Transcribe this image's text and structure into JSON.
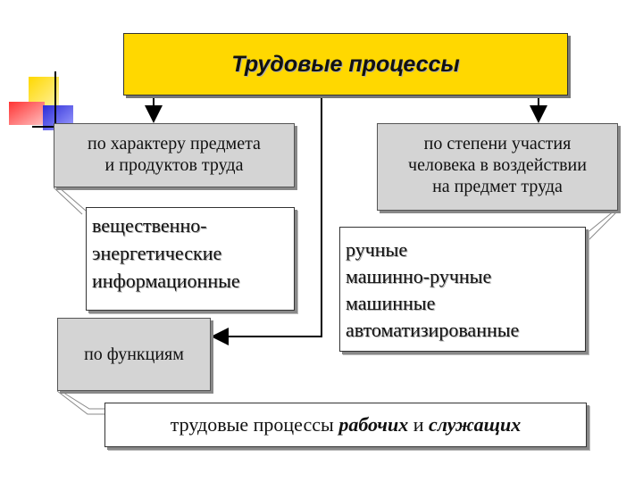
{
  "title": "Трудовые процессы",
  "left_category": {
    "line1": "по характеру предмета",
    "line2": "и продуктов труда"
  },
  "right_category": {
    "line1": "по степени участия",
    "line2": "человека в воздействии",
    "line3": "на предмет труда"
  },
  "function_category": "по функциям",
  "left_types": [
    "вещественно-",
    "энергетические",
    "информационные"
  ],
  "right_types": [
    "ручные",
    "машинно-ручные",
    "машинные",
    "автоматизированные"
  ],
  "bottom": {
    "prefix": "трудовые процессы ",
    "workers": "рабочих",
    "and": " и ",
    "employees": "служащих"
  },
  "colors": {
    "title_fill": "#ffd800",
    "category_fill": "#d4d4d4",
    "logo_yellow": "#ffd800",
    "logo_red": "#ff3333",
    "logo_blue": "#2b2bd6"
  }
}
